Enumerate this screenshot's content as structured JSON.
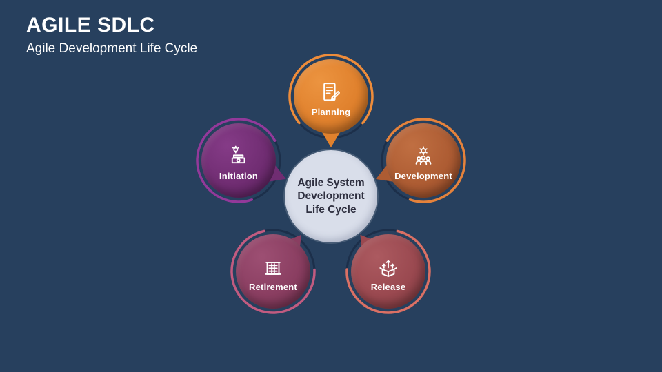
{
  "slide": {
    "title": "AGILE SDLC",
    "subtitle": "Agile Development Life Cycle"
  },
  "center": {
    "label": "Agile System Development Life Cycle",
    "fill": "#D9DEEA",
    "text_color": "#2F3040"
  },
  "stages": [
    {
      "label": "Planning",
      "color": "#E0812D",
      "arc_color": "#EE8C3A",
      "icon": "document-pencil-icon"
    },
    {
      "label": "Development",
      "color": "#AD5C33",
      "arc_color": "#E5823B",
      "icon": "team-gear-icon"
    },
    {
      "label": "Release",
      "color": "#9A4950",
      "arc_color": "#DB7064",
      "icon": "box-arrows-icon"
    },
    {
      "label": "Retirement",
      "color": "#8A3E61",
      "arc_color": "#C25B80",
      "icon": "building-icon"
    },
    {
      "label": "Initiation",
      "color": "#702D72",
      "arc_color": "#93399A",
      "icon": "money-idea-icon"
    }
  ],
  "colors": {
    "background": "#27405E",
    "ring_dark": "#1C2F4A",
    "title_text": "#FFFFFF"
  }
}
